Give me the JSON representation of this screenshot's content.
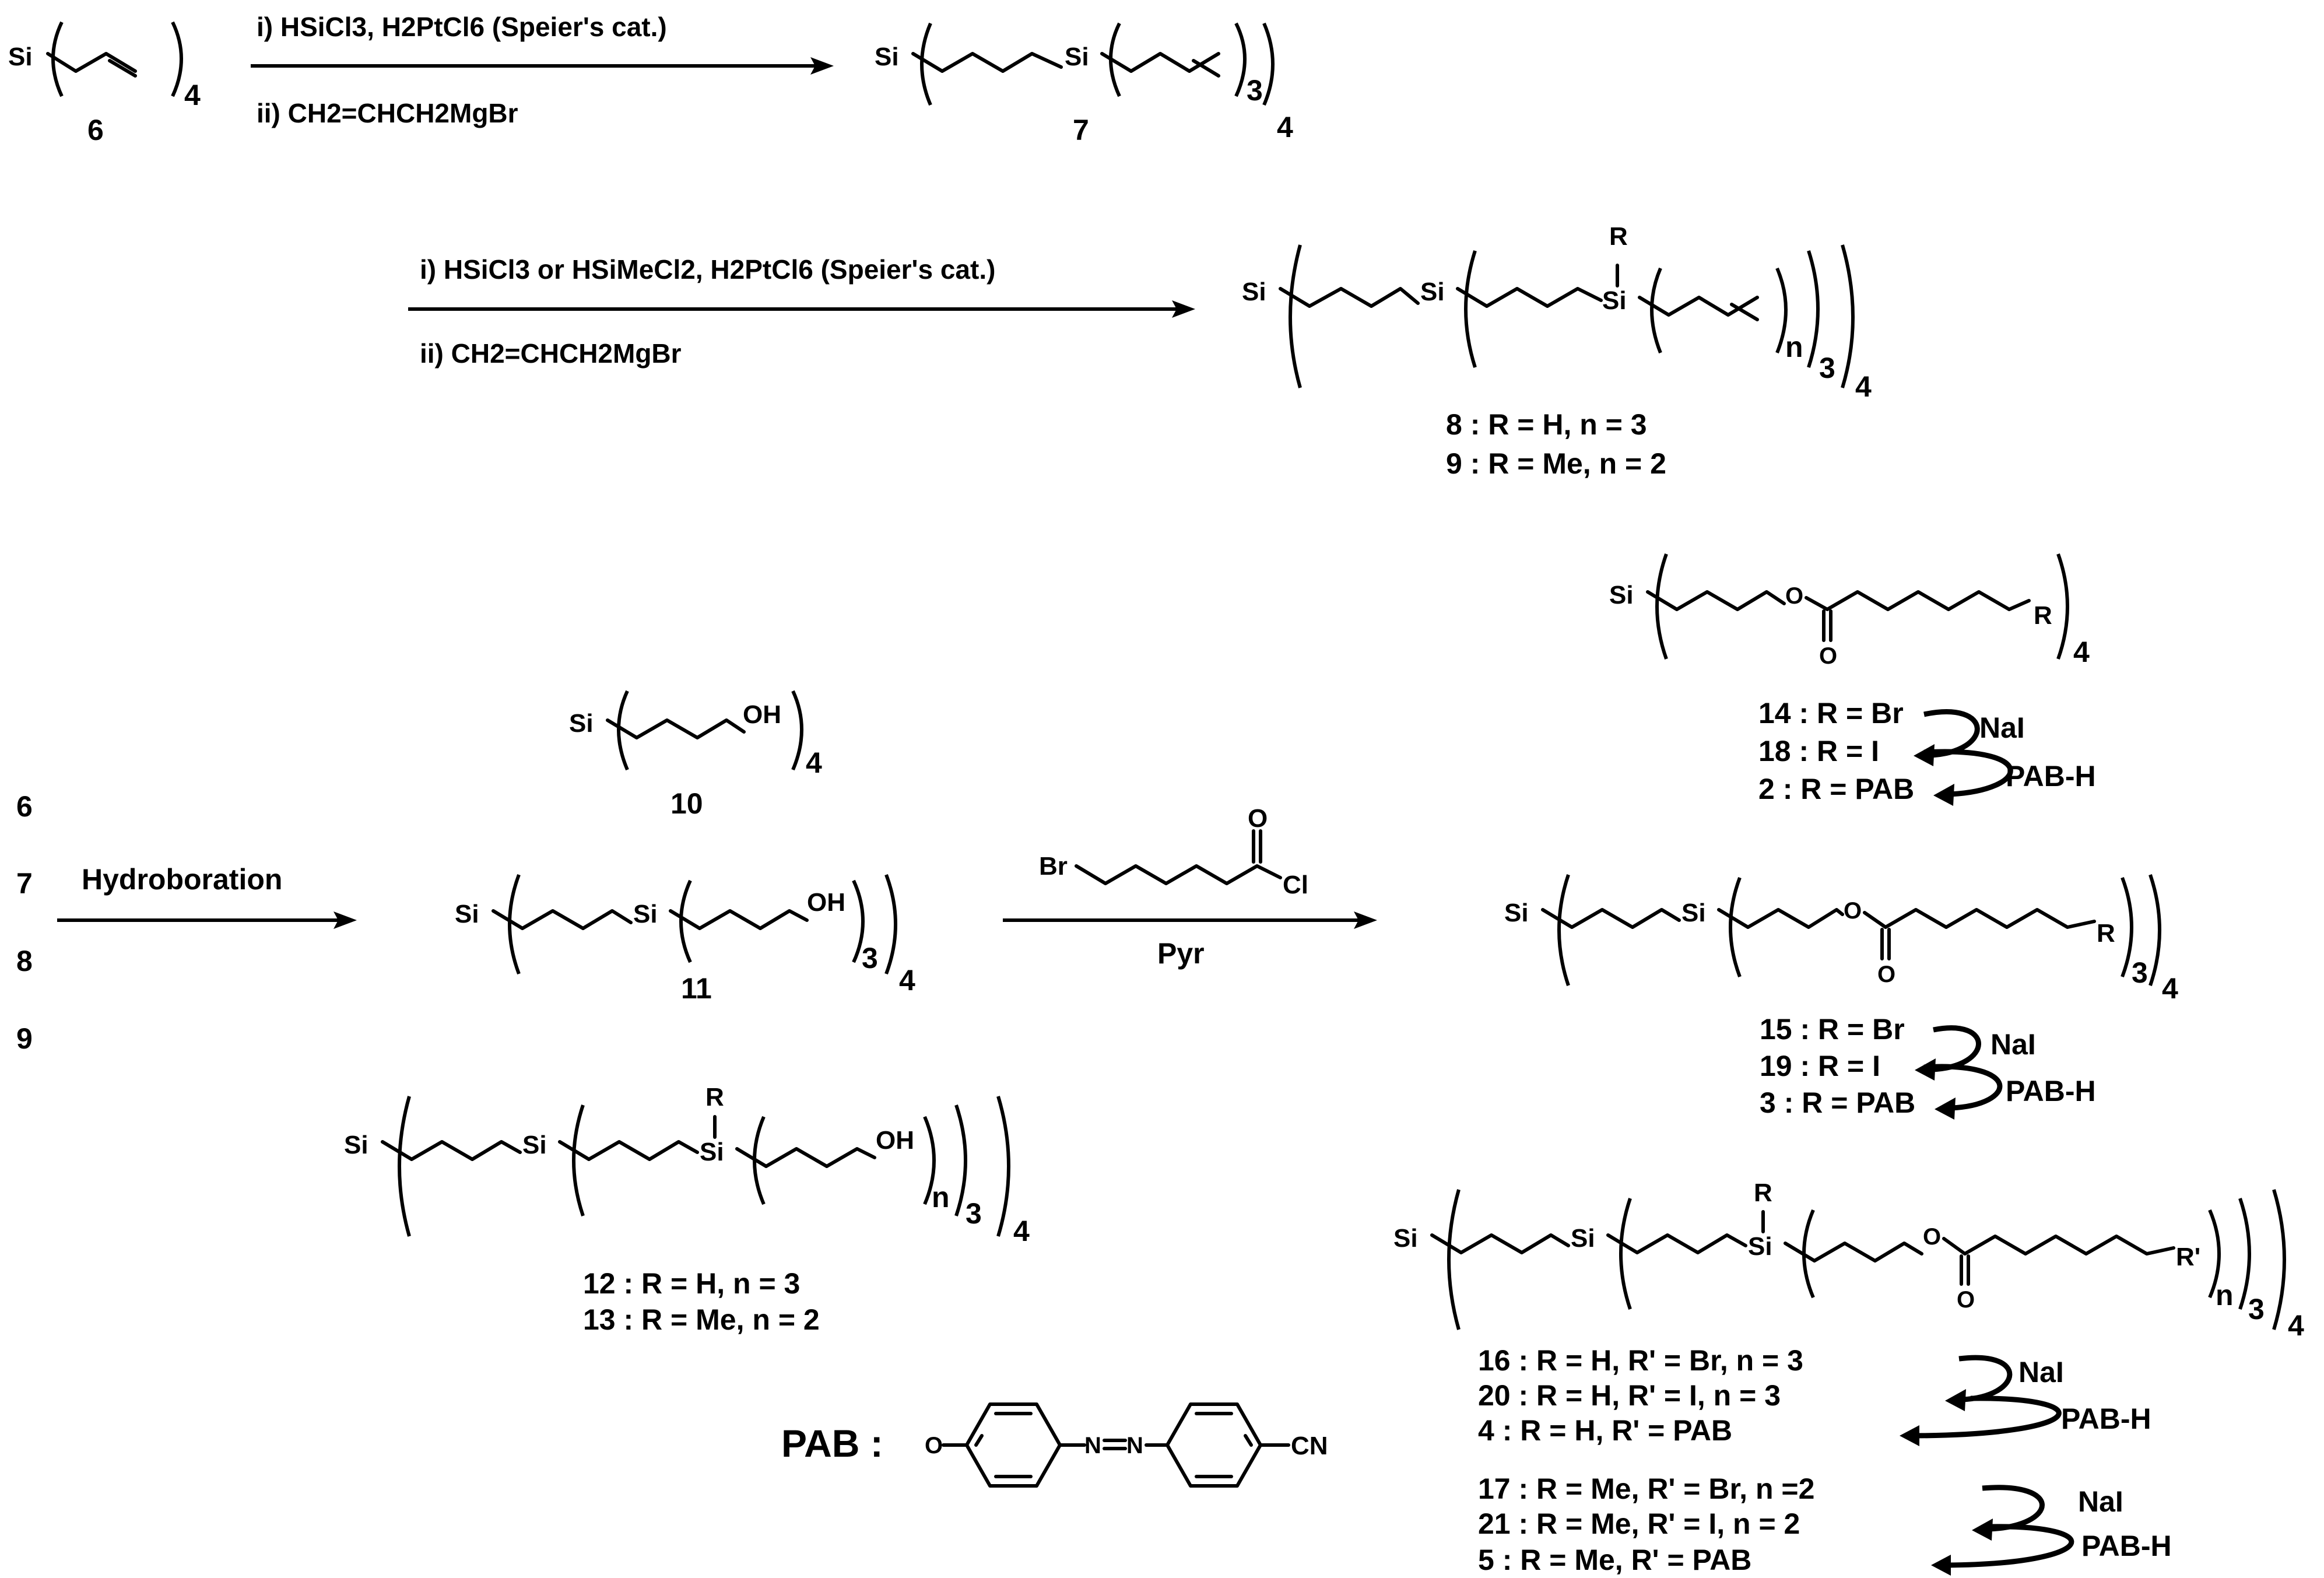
{
  "structures": {
    "s6": {
      "si": "Si",
      "sub4": "4",
      "num": "6"
    },
    "s7": {
      "si": "Si",
      "si2": "Si",
      "sub3": "3",
      "sub4": "4",
      "num": "7"
    },
    "s8": {
      "si": "Si",
      "si2": "Si",
      "si3": "Si",
      "r": "R",
      "subn": "n",
      "sub3": "3",
      "sub4": "4",
      "l1": "8 : R = H, n = 3",
      "l2": "9 : R = Me, n = 2"
    },
    "s14": {
      "si": "Si",
      "o": "O",
      "o2": "O",
      "r": "R",
      "sub4": "4"
    },
    "s10": {
      "si": "Si",
      "oh": "OH",
      "sub4": "4",
      "num": "10"
    },
    "s11": {
      "si": "Si",
      "si2": "Si",
      "oh": "OH",
      "sub3": "3",
      "sub4": "4",
      "num": "11"
    },
    "acyl": {
      "br": "Br",
      "o": "O",
      "cl": "Cl"
    },
    "s15": {
      "si": "Si",
      "si2": "Si",
      "o": "O",
      "o2": "O",
      "r": "R",
      "sub3": "3",
      "sub4": "4"
    },
    "s12": {
      "si": "Si",
      "si2": "Si",
      "si3": "Si",
      "r": "R",
      "oh": "OH",
      "subn": "n",
      "sub3": "3",
      "sub4": "4",
      "l1": "12 : R = H, n = 3",
      "l2": "13 : R = Me, n = 2"
    },
    "s16": {
      "si": "Si",
      "si2": "Si",
      "si3": "Si",
      "r": "R",
      "o": "O",
      "o2": "O",
      "rp": "R'",
      "subn": "n",
      "sub3": "3",
      "sub4": "4"
    },
    "pab": {
      "label": "PAB :",
      "o": "O",
      "n1": "N",
      "n2": "N",
      "cn": "CN"
    }
  },
  "arrows": {
    "a1": {
      "line1": "i) HSiCl3, H2PtCl6 (Speier's cat.)",
      "line2": "ii) CH2=CHCH2MgBr"
    },
    "a2": {
      "line1": "i) HSiCl3 or HSiMeCl2, H2PtCl6 (Speier's cat.)",
      "line2": "ii) CH2=CHCH2MgBr"
    },
    "a3": {
      "label": "Hydroboration"
    },
    "a4": {
      "label": "Pyr"
    }
  },
  "start_list": [
    "6",
    "7",
    "8",
    "9"
  ],
  "series": {
    "g1": {
      "lines": [
        "14 : R = Br",
        "18 : R = I",
        "2 : R = PAB"
      ],
      "reagents": [
        "NaI",
        "PAB-H"
      ]
    },
    "g2": {
      "lines": [
        "15 : R = Br",
        "19 : R = I",
        "3 : R = PAB"
      ],
      "reagents": [
        "NaI",
        "PAB-H"
      ]
    },
    "g3": {
      "lines": [
        "16 : R = H, R' = Br, n = 3",
        "20 : R = H, R' = I, n = 3",
        "4 : R = H, R' = PAB"
      ],
      "reagents": [
        "NaI",
        "PAB-H"
      ]
    },
    "g4": {
      "lines": [
        "17 : R = Me, R' = Br, n =2",
        "21 : R = Me, R' = I, n = 2",
        "5 : R = Me, R' = PAB"
      ],
      "reagents": [
        "NaI",
        "PAB-H"
      ]
    }
  }
}
